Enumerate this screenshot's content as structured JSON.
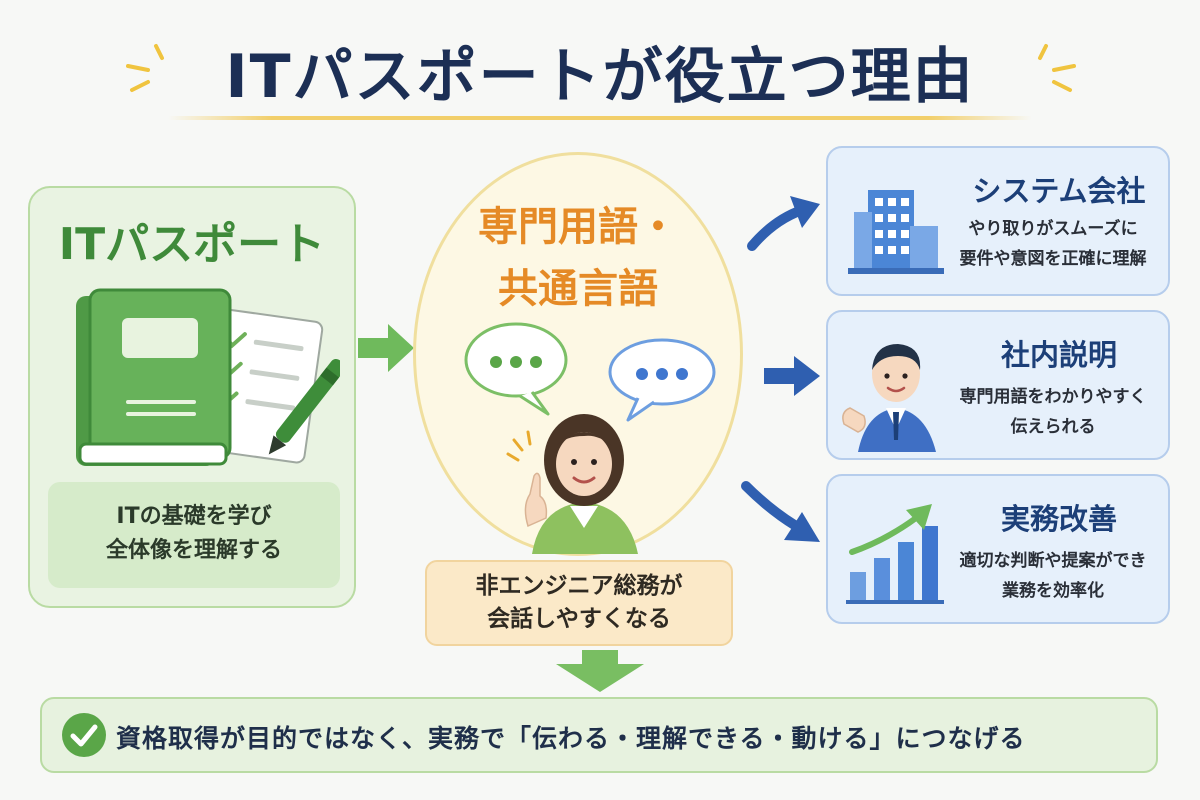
{
  "title": "ITパスポートが役立つ理由",
  "left": {
    "title": "ITパスポート",
    "caption_line1": "ITの基礎を学び",
    "caption_line2": "全体像を理解する"
  },
  "center": {
    "title_line1": "専門用語・",
    "title_line2": "共通言語",
    "caption_line1": "非エンジニア総務が",
    "caption_line2": "会話しやすくなる"
  },
  "cards": [
    {
      "title": "システム会社",
      "desc_line1": "やり取りがスムーズに",
      "desc_line2": "要件や意図を正確に理解",
      "icon": "building-icon"
    },
    {
      "title": "社内説明",
      "desc_line1": "専門用語をわかりやすく",
      "desc_line2": "伝えられる",
      "icon": "businessman-icon"
    },
    {
      "title": "実務改善",
      "desc_line1": "適切な判断や提案ができ",
      "desc_line2": "業務を効率化",
      "icon": "growth-chart-icon"
    }
  ],
  "bottom": {
    "text": "資格取得が目的ではなく、実務で「伝わる・理解できる・動ける」につなげる"
  },
  "colors": {
    "title_navy": "#1c2f55",
    "green": "#3f8a3a",
    "orange": "#e58a26",
    "blue": "#2f5fb0"
  }
}
